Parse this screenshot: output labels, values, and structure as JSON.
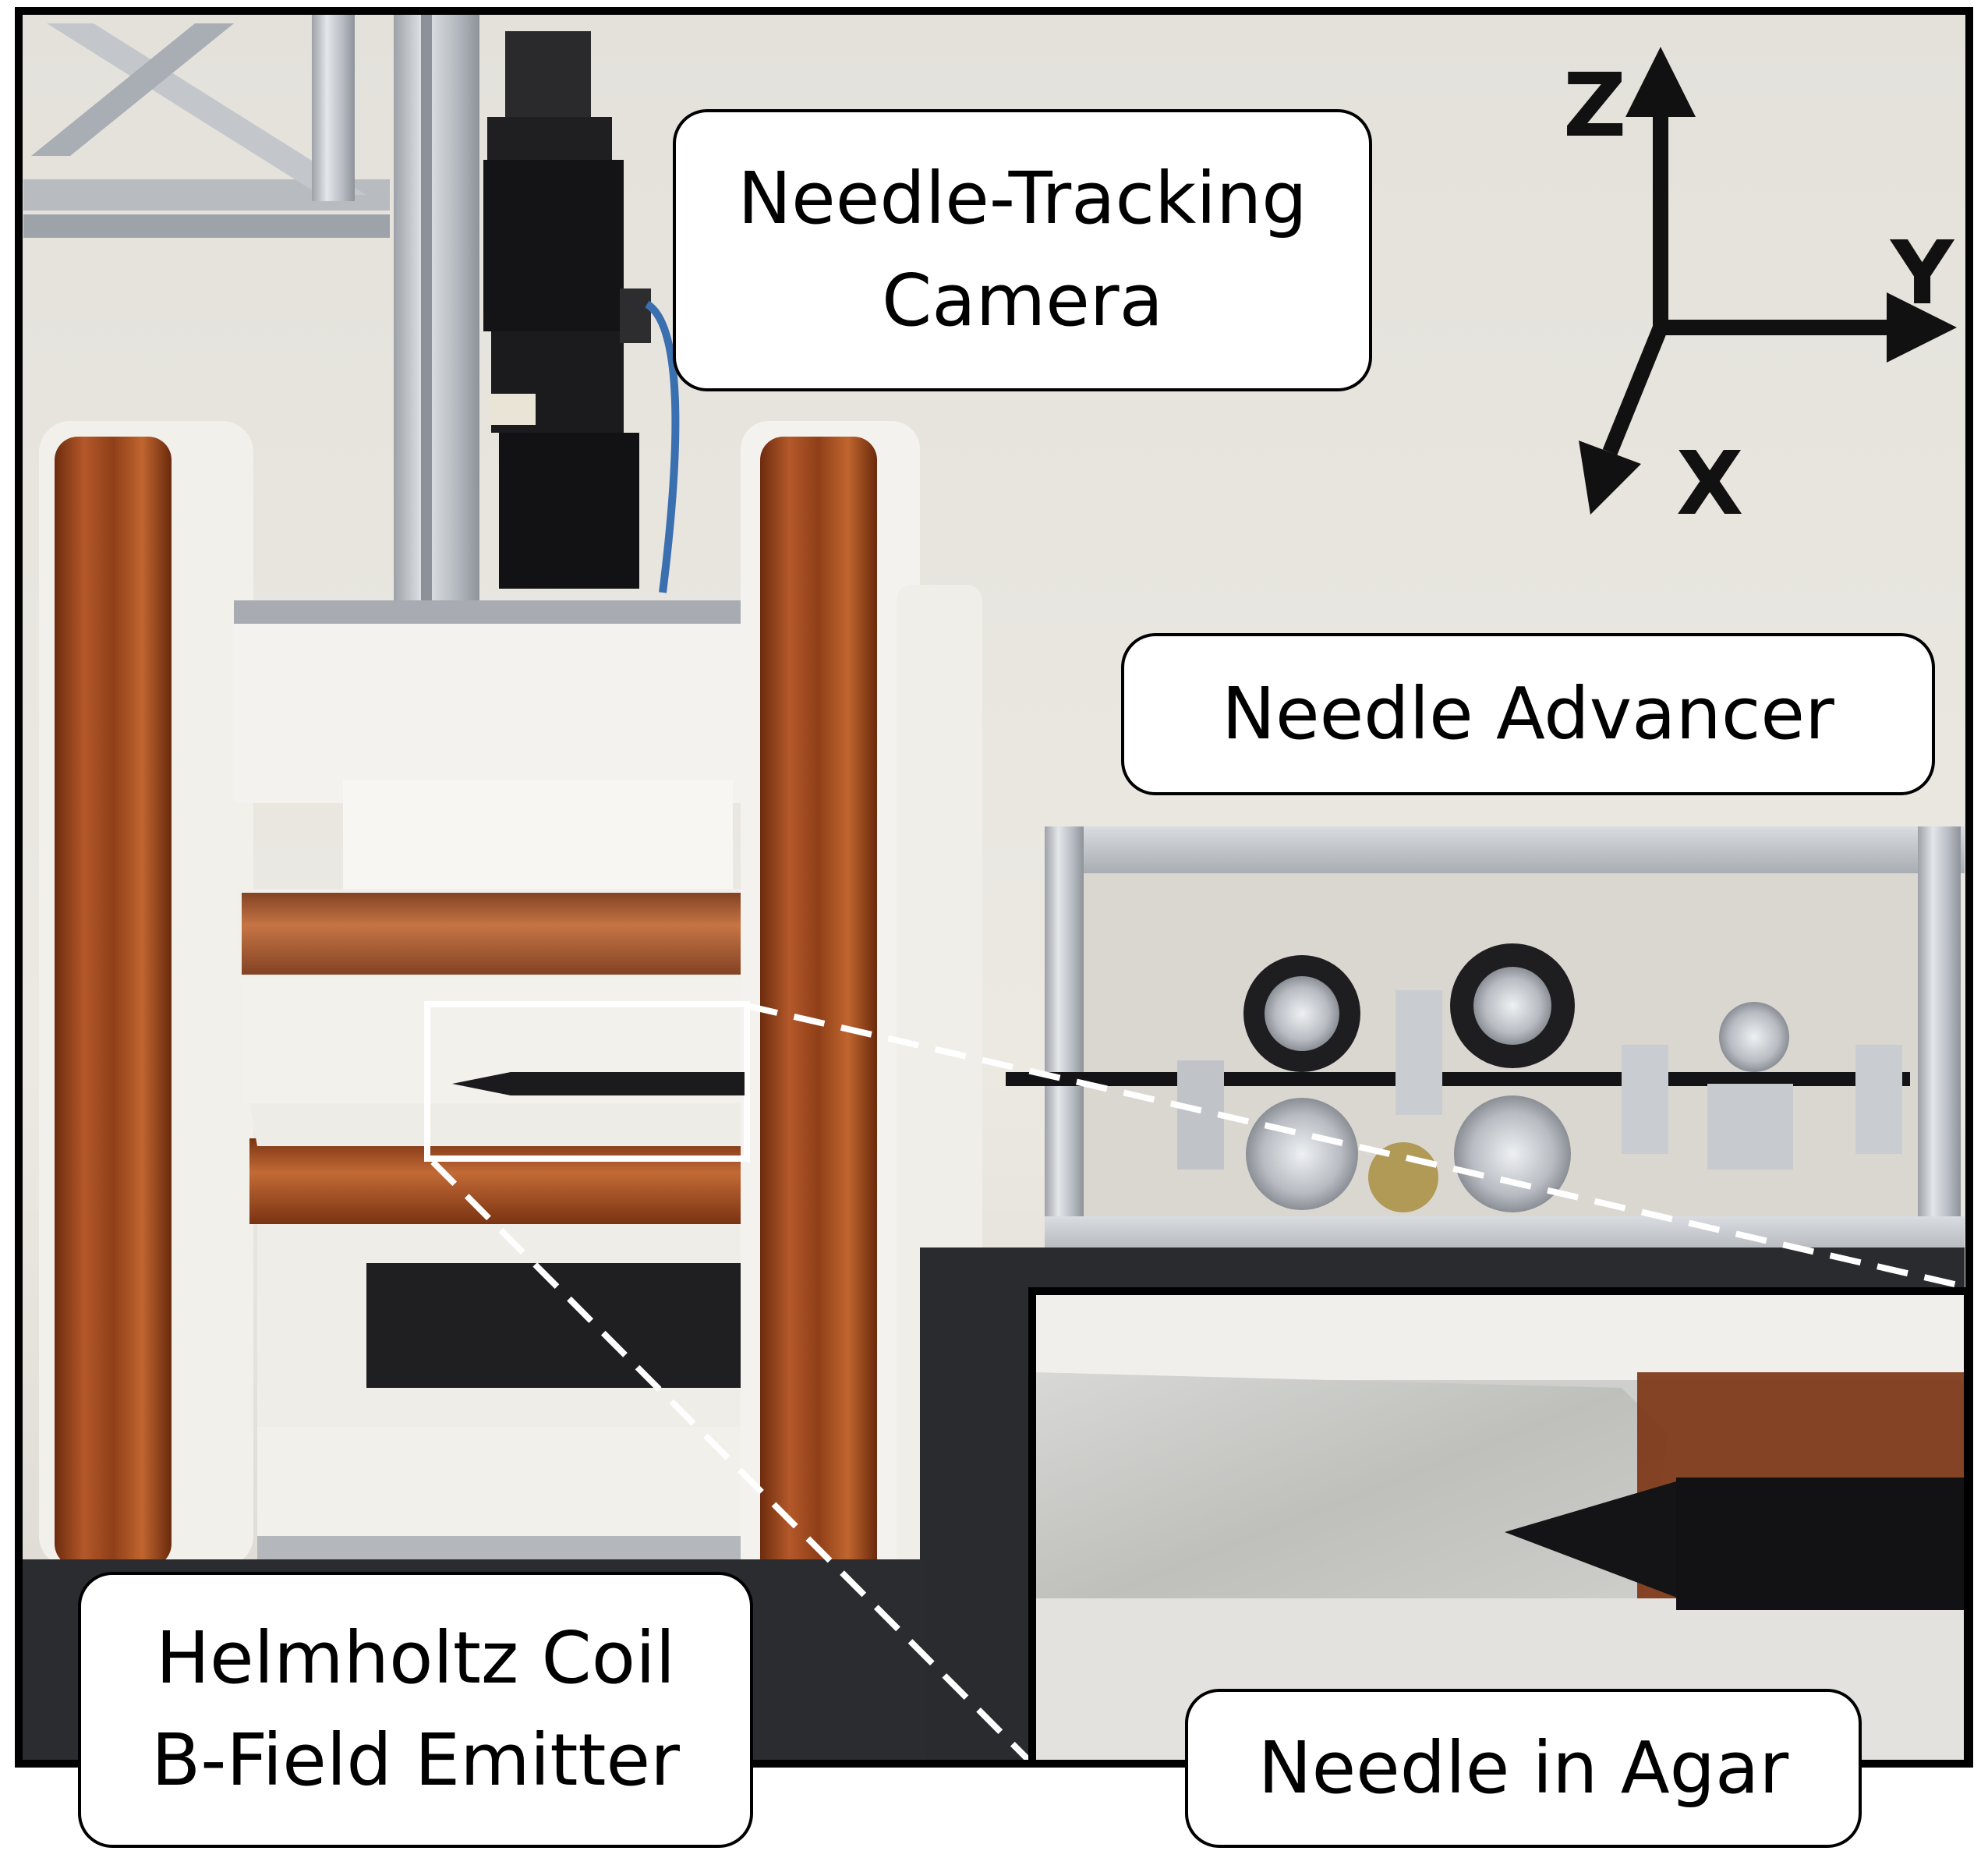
{
  "labels": {
    "camera": {
      "line1": "Needle-Tracking",
      "line2": "Camera"
    },
    "advancer": {
      "line1": "Needle Advancer"
    },
    "coil": {
      "line1": "Helmholtz Coil",
      "line2": "B-Field Emitter"
    },
    "agar": {
      "line1": "Needle in Agar"
    }
  },
  "axes": {
    "z": "Z",
    "y": "Y",
    "x": "X"
  },
  "colors": {
    "frame_border": "#000000",
    "wall": "#e9e6e0",
    "copper_coil": "#9a4a1e",
    "coil_frame": "#f3f1ec",
    "aluminum": "#c9ccd0",
    "camera_body": "#1c1c1e",
    "zoom_indicator": "#ffffff"
  }
}
